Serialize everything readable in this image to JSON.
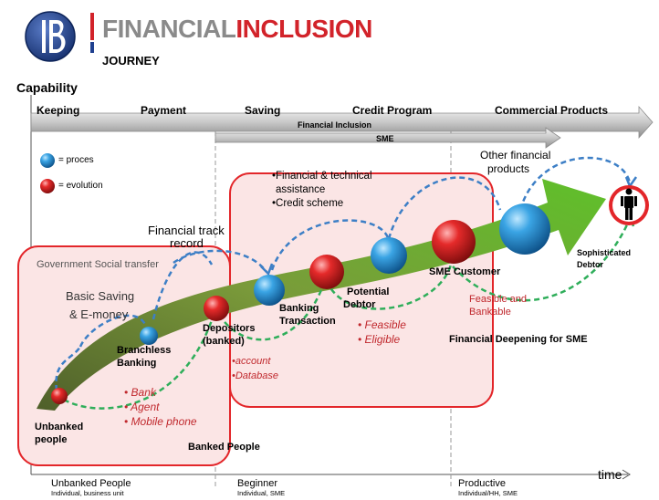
{
  "header": {
    "logo_letters": "IB",
    "title_part1": "FINANCIAL",
    "title_part2": "INCLUSION",
    "subtitle": "JOURNEY"
  },
  "axes": {
    "y_label": "Capability",
    "x_label": "time"
  },
  "top_arrow": {
    "stages": [
      "Keeping",
      "Payment",
      "Saving",
      "Credit Program",
      "Commercial Products"
    ],
    "financial_inclusion": "Financial Inclusion",
    "sme": "SME"
  },
  "legend": {
    "proces": "= proces",
    "evolution": "= evolution"
  },
  "labels": {
    "gov_social_transfer": "Government Social transfer",
    "basic_saving_1": "Basic Saving",
    "basic_saving_2": "& E-money",
    "financial_track_1": "Financial track",
    "financial_track_2": "record",
    "assist_1": "•Financial & technical",
    "assist_2": "assistance",
    "assist_3": "•Credit scheme",
    "other_products_1": "Other financial",
    "other_products_2": "products",
    "unbanked_1": "Unbanked",
    "unbanked_2": "people",
    "branchless_1": "Branchless",
    "branchless_2": "Banking",
    "depositors_1": "Depositors",
    "depositors_2": "(banked)",
    "banking_tx_1": "Banking",
    "banking_tx_2": "Transaction",
    "potential_1": "Potential",
    "potential_2": "Debtor",
    "sme_customer": "SME Customer",
    "sophisticated_1": "Sophisticated",
    "sophisticated_2": "Debtor",
    "feasible_1": "Feasible and",
    "feasible_2": "Bankable",
    "deepening": "Financial Deepening for SME",
    "banked_people": "Banked People"
  },
  "bullets": {
    "bank": "• Bank",
    "agent": "• Agent",
    "mobile": "• Mobile phone",
    "account": "•account",
    "database": "•Database",
    "feasible": "• Feasible",
    "eligible": "• Eligible"
  },
  "bottom": {
    "seg1_title": "Unbanked People",
    "seg1_sub": "Individual, business unit",
    "seg2_title": "Beginner",
    "seg2_sub": "Individual, SME",
    "seg3_title": "Productive",
    "seg3_sub": "Individual/HH,  SME"
  },
  "colors": {
    "process_ball": "#2a8fd0",
    "evolution_ball": "#e0282d",
    "region_border": "#e3262a",
    "region_fill": "#fbe5e5",
    "dashed_blue": "#3d7fc6",
    "dashed_green": "#2fae5a",
    "title_gray": "#8a8a8a",
    "title_red": "#d2232a",
    "logo_blue": "#1f3f8f",
    "trend_green": "#6aa126"
  },
  "icons": [
    "bank-logo-icon",
    "person-icon",
    "blue-ball-icon",
    "red-ball-icon"
  ]
}
